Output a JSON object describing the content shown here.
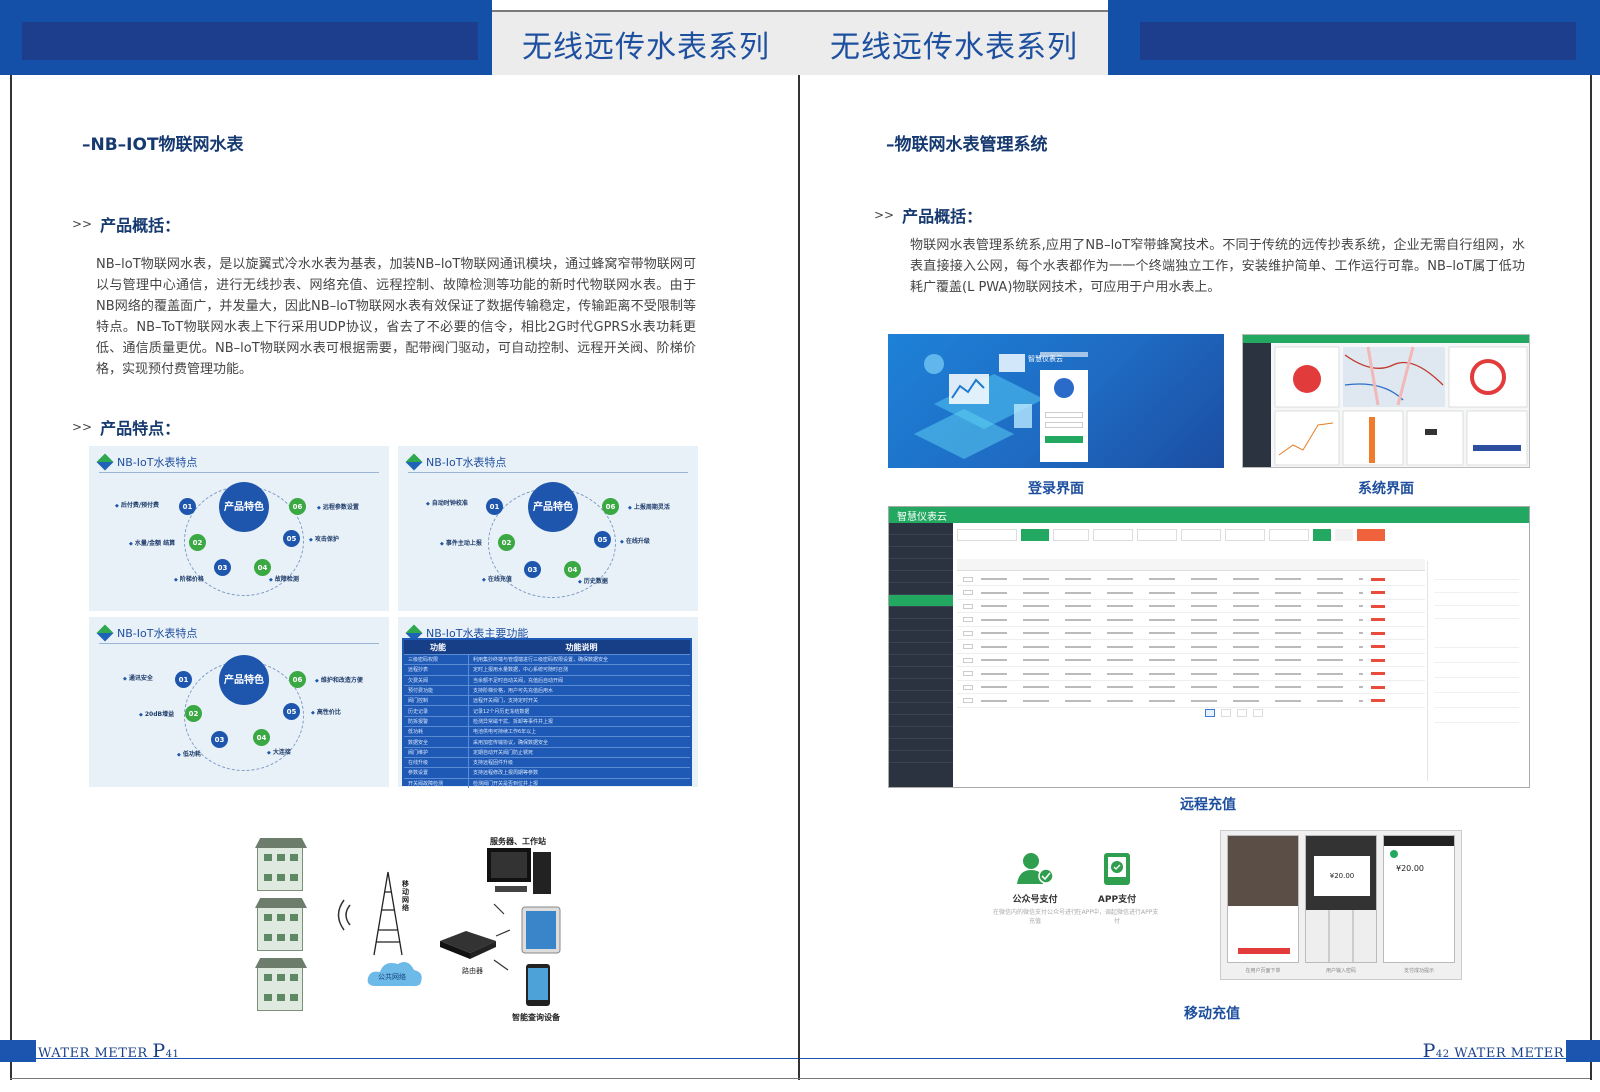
{
  "header": {
    "left_title": "无线远传水表系列",
    "right_title": "无线远传水表系列"
  },
  "left": {
    "section_title": "–NB–IOT物联网水表",
    "overview_label": "产品概括：",
    "overview_text": "NB–loT物联网水表，是以旋翼式冷水水表为基表，加装NB–loT物联网通讯模块，通过蜂窝窄带物联网可以与管理中心通信，进行无线抄表、网络充值、远程控制、故障检测等功能的新时代物联网水表。由于NB网络的覆盖面广，并发量大，因此NB–loT物联网水表有效保证了数据传输稳定，传输距离不受限制等特点。NB–ToT物联网水表上下行采用UDP协议，省去了不必要的信令，相比2G时代GPRS水表功耗更低、通信质量更优。NB–loT物联网水表可根据需要，配带阀门驱动，可自动控制、远程开关阀、阶梯价格，实现预付费管理功能。",
    "features_label": "产品特点：",
    "panels": [
      {
        "title": "NB-IoT水表特点",
        "center": "产品特色",
        "labels": [
          "后付费/预付费",
          "远程参数设置",
          "水量/金额 结算",
          "攻击保护",
          "阶梯价格",
          "故障检测"
        ],
        "nums": [
          "01",
          "02",
          "03",
          "04",
          "05",
          "06"
        ]
      },
      {
        "title": "NB-IoT水表特点",
        "center": "产品特色",
        "labels": [
          "自动时钟校准",
          "上报周期灵活",
          "事件主动上报",
          "在线升级",
          "在线充值",
          "历史数据"
        ],
        "nums": [
          "01",
          "02",
          "03",
          "04",
          "05",
          "06"
        ]
      },
      {
        "title": "NB-IoT水表特点",
        "center": "产品特色",
        "labels": [
          "通讯安全",
          "维护和改造方便",
          "20dB增益",
          "高性价比",
          "低功耗",
          "大连接"
        ],
        "nums": [
          "01",
          "02",
          "03",
          "04",
          "05",
          "06"
        ]
      }
    ],
    "function_table": {
      "title": "NB-IoT水表主要功能",
      "col1": "功能",
      "col2": "功能说明",
      "rows": [
        [
          "三级密码权限",
          "利用集抄终端与管理端进行三级密码权限设置，确保数据安全"
        ],
        [
          "远程抄表",
          "定时上报用水量数据，中心系统可随时召测"
        ],
        [
          "欠费关阀",
          "当余额不足时自动关阀，充值后自动开阀"
        ],
        [
          "预付费功能",
          "支持阶梯价格，用户可先充值后用水"
        ],
        [
          "阀门控制",
          "远程开关阀门，支持定时开关"
        ],
        [
          "历史记录",
          "记录12个月历史冻结数据"
        ],
        [
          "防拆报警",
          "检测异常磁干扰、拆卸等事件并上报"
        ],
        [
          "低功耗",
          "电池供电可持续工作6年以上"
        ],
        [
          "数据安全",
          "采用加密传输协议，确保数据安全"
        ],
        [
          "阀门维护",
          "定期自动开关阀门防止锈死"
        ],
        [
          "在线升级",
          "支持远程固件升级"
        ],
        [
          "参数设置",
          "支持远程修改上报周期等参数"
        ],
        [
          "开关阀故障检测",
          "检测阀门开关是否到位并上报"
        ]
      ]
    },
    "diagram": {
      "server_label": "服务器、工作站",
      "mobile_label": "移动网络",
      "cloud_label": "公共网络",
      "router_label": "路由器",
      "device_label": "智能查询设备"
    },
    "footer": {
      "brand": "WATER METER",
      "p": "P",
      "num": "41"
    }
  },
  "right": {
    "section_title": "–物联网水表管理系统",
    "overview_label": "产品概括：",
    "overview_text": "物联网水表管理系统系,应用了NB–loT窄带蜂窝技术。不同于传统的远传抄表系统，企业无需自行组网，水表直接接入公网，每个水表都作为一一个终端独立工作，安装维护简单、工作运行可靠。NB–loT属丁低功耗广覆盖(L PWA)物联网技术，可应用于户用水表上。",
    "login_caption": "登录界面",
    "login_box_title": "智慧仪表云",
    "system_caption": "系统界面",
    "dashboard_title": "智慧仪表云",
    "recharge_caption": "远程充值",
    "mobile_caption": "移动充值",
    "wechat_label": "公众号支付",
    "wechat_desc": "在微信内的微信支付公众号进行充值",
    "app_label": "APP支付",
    "app_desc": "在APP中，调起微信进行APP支付",
    "phone_amount_1": "¥20.00",
    "phone_amount_2": "¥20.00",
    "phone_cap_1": "在用户页面下单",
    "phone_cap_2": "用户输入密码",
    "phone_cap_3": "支付成功提示",
    "footer": {
      "brand": "WATER METER",
      "p": "P",
      "num": "42"
    }
  },
  "colors": {
    "brand_blue": "#1450a8",
    "accent_green": "#22a860",
    "title_blue": "#1e50a0"
  }
}
